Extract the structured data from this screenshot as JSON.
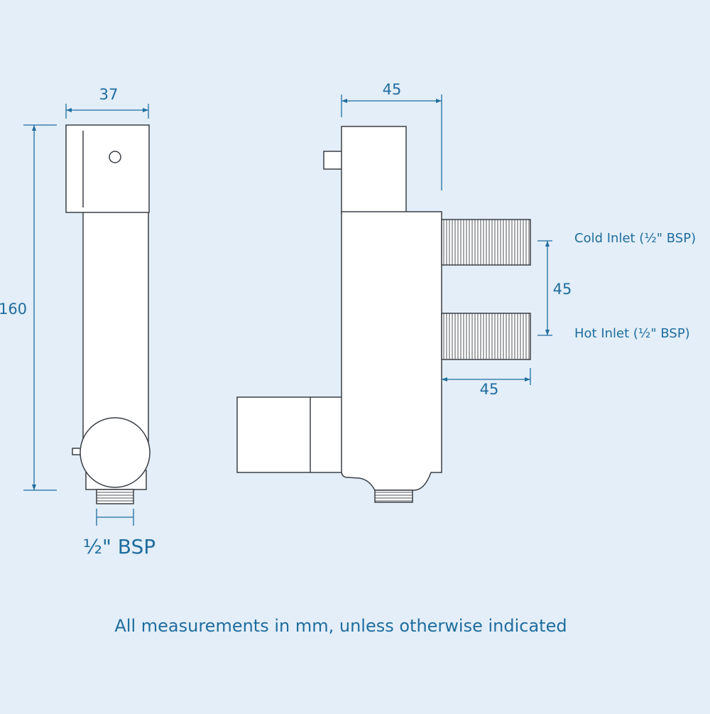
{
  "dimensions": {
    "front_width": "37",
    "height": "160",
    "side_depth": "45",
    "inlet_spacing": "45",
    "inlet_length": "45",
    "outlet_thread": "½\" BSP"
  },
  "labels": {
    "cold_inlet": "Cold Inlet (½\" BSP)",
    "hot_inlet": "Hot Inlet (½\" BSP)"
  },
  "footnote": "All measurements in mm, unless otherwise indicated",
  "colors": {
    "background": "#e3eef8",
    "outline": "#3a3f45",
    "dimension": "#1f6d9e",
    "fill": "#ffffff"
  }
}
